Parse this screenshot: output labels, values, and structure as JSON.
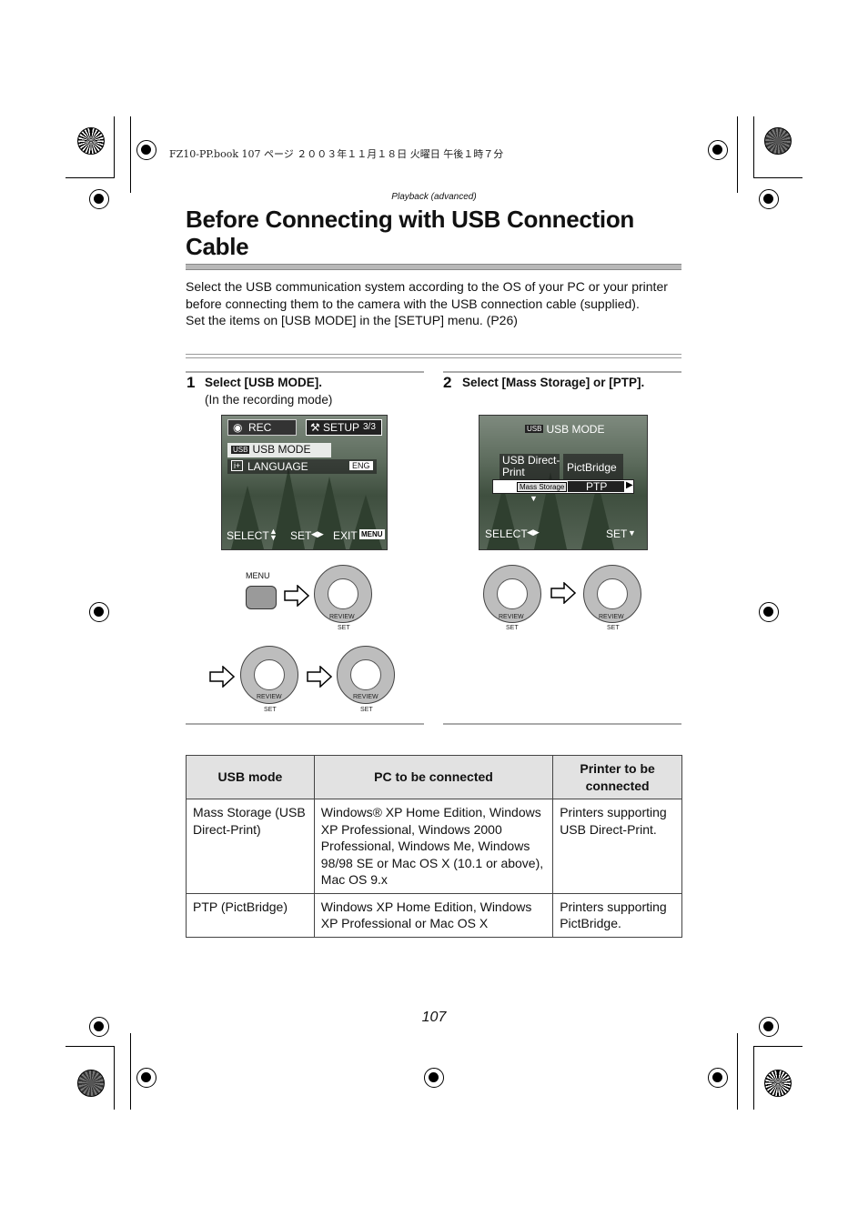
{
  "header": {
    "file_line": "FZ10-PP.book  107 ページ  ２００３年１１月１８日  火曜日  午後１時７分",
    "section": "Playback (advanced)"
  },
  "title": "Before Connecting with USB Connection Cable",
  "intro": {
    "p1": "Select the USB communication system according to the OS of your PC or your printer before connecting them to the camera with the USB connection cable (supplied).",
    "p2": "Set the items on [USB MODE] in the [SETUP] menu. (P26)"
  },
  "steps": [
    {
      "num": "1",
      "text": "Select [USB MODE].",
      "sub": "(In the recording mode)",
      "screen": {
        "tab_rec": "REC",
        "tab_setup": "SETUP",
        "page": "3/3",
        "item1": "USB MODE",
        "item2": "LANGUAGE",
        "lang_value": "ENG",
        "footer_select": "SELECT",
        "footer_set": "SET",
        "footer_exit": "EXIT",
        "footer_menu": "MENU"
      },
      "menu_label": "MENU",
      "dial_review": "REVIEW",
      "dial_set": "SET"
    },
    {
      "num": "2",
      "text": "Select [Mass Storage] or [PTP].",
      "screen": {
        "title": "USB MODE",
        "col1": "USB Direct-Print",
        "col2": "PictBridge",
        "opt1": "Mass Storage",
        "opt2": "PTP",
        "footer_select": "SELECT",
        "footer_set": "SET"
      },
      "dial_review": "REVIEW",
      "dial_set": "SET"
    }
  ],
  "table": {
    "headers": [
      "USB mode",
      "PC to be connected",
      "Printer to be connected"
    ],
    "rows": [
      [
        "Mass Storage (USB Direct-Print)",
        "Windows® XP Home Edition, Windows XP Professional, Windows 2000 Professional, Windows Me, Windows 98/98 SE or Mac OS X (10.1 or above), Mac OS 9.x",
        "Printers supporting USB Direct-Print."
      ],
      [
        "PTP (PictBridge)",
        "Windows XP Home Edition, Windows XP Professional or Mac OS X",
        "Printers supporting PictBridge."
      ]
    ]
  },
  "page_number": "107"
}
